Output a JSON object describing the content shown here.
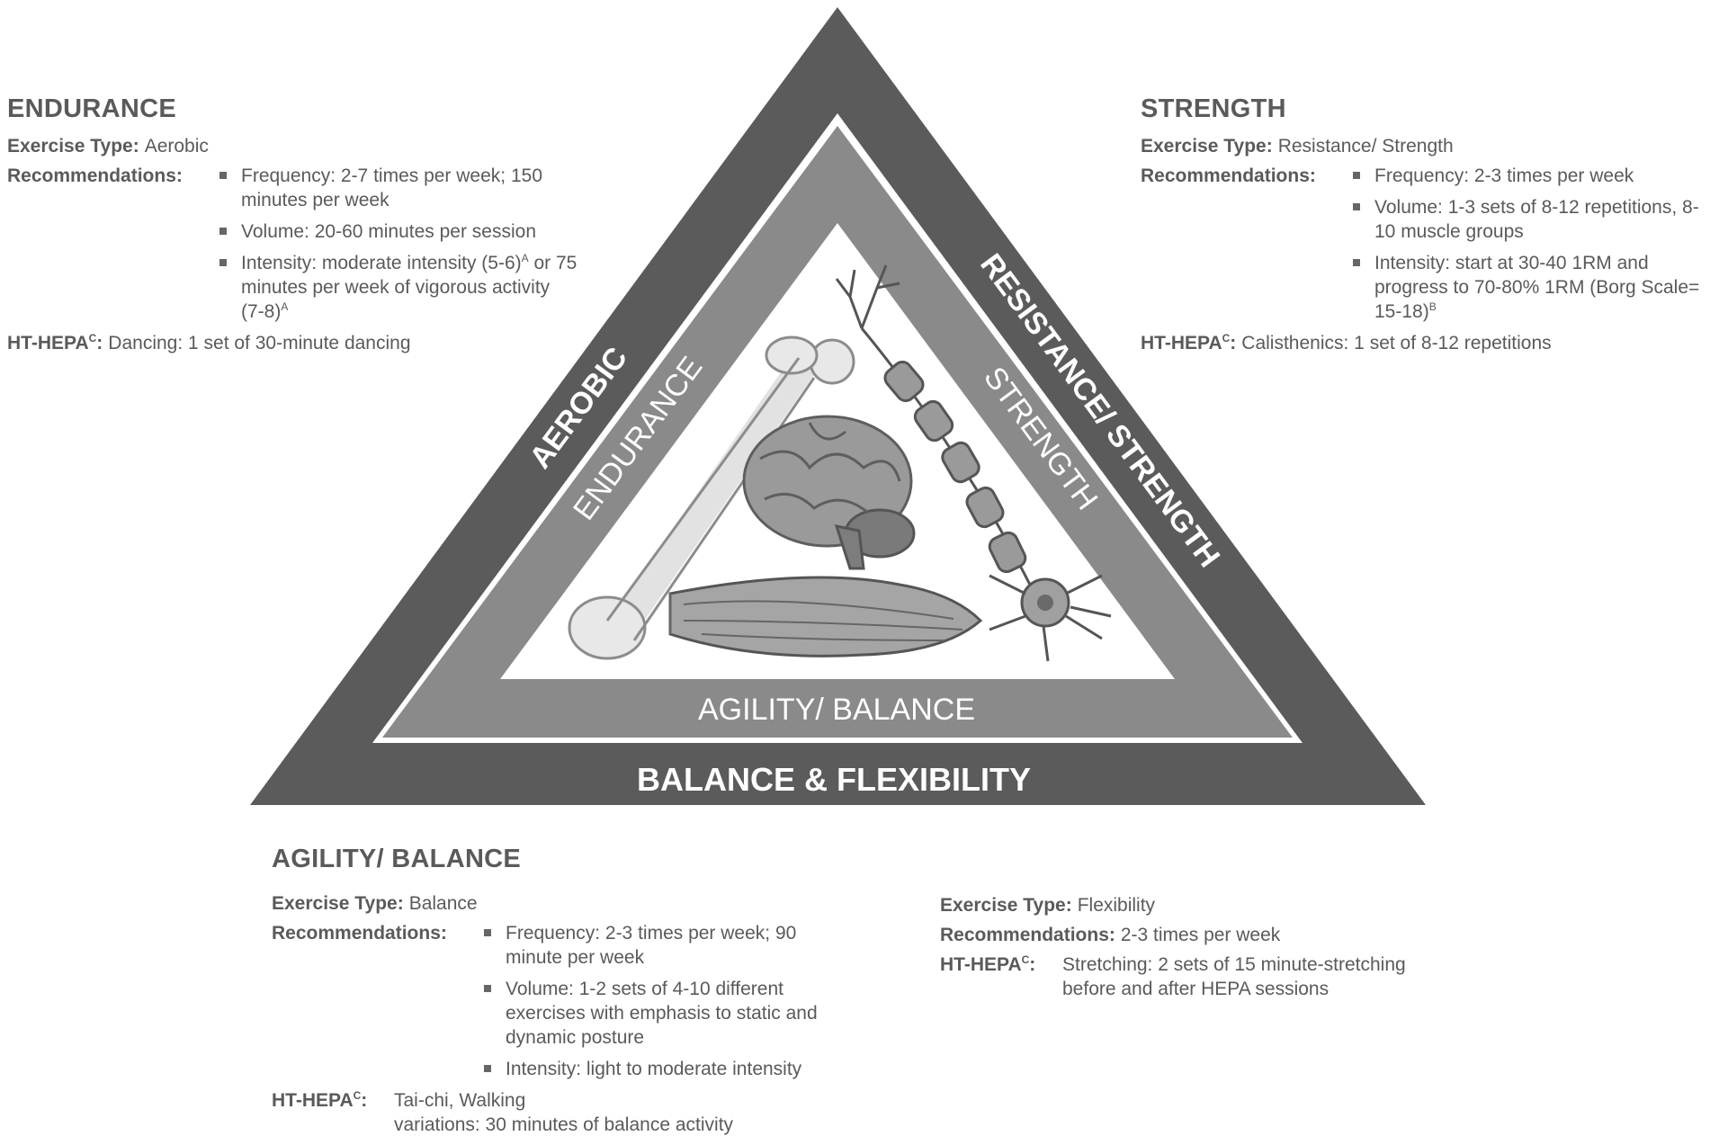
{
  "triangle": {
    "left_side": "AEROBIC",
    "right_side": "RESISTANCE/ STRENGTH",
    "bottom_side": "BALANCE & FLEXIBILITY",
    "inner_left": "ENDURANCE",
    "inner_right": "STRENGTH",
    "inner_bottom": "AGILITY/ BALANCE"
  },
  "endurance": {
    "title": "ENDURANCE",
    "exercise_type_label": "Exercise Type:",
    "exercise_type": "Aerobic",
    "recommendations_label": "Recommendations:",
    "freq": "Frequency: 2-7 times per week; 150 minutes per week",
    "volume": "Volume: 20-60 minutes per session",
    "intensity_a": "Intensity: moderate intensity (5-6)",
    "intensity_sup1": "A",
    "intensity_b": " or 75 minutes per week of vigorous activity (7-8)",
    "intensity_sup2": "A",
    "hthepa_label": "HT-HEPA",
    "hthepa_sup": "C",
    "hthepa_colon": ":",
    "hthepa": "Dancing: 1 set of 30-minute dancing"
  },
  "strength": {
    "title": "STRENGTH",
    "exercise_type_label": "Exercise Type:",
    "exercise_type": "Resistance/ Strength",
    "recommendations_label": "Recommendations:",
    "freq": "Frequency: 2-3 times per week",
    "volume": "Volume: 1-3 sets of 8-12 repetitions, 8-10 muscle groups",
    "intensity": "Intensity: start at 30-40 1RM and progress to 70-80% 1RM (Borg Scale= 15-18)",
    "intensity_sup": "B",
    "hthepa_label": "HT-HEPA",
    "hthepa_sup": "C",
    "hthepa_colon": ":",
    "hthepa": "Calisthenics: 1 set of 8-12 repetitions"
  },
  "agility": {
    "title": "AGILITY/ BALANCE",
    "exercise_type_label": "Exercise Type:",
    "exercise_type": "Balance",
    "recommendations_label": "Recommendations:",
    "freq": "Frequency: 2-3 times per week; 90 minute per week",
    "volume": "Volume: 1-2 sets of 4-10 different exercises with emphasis to static and dynamic posture",
    "intensity": "Intensity: light to moderate intensity",
    "hthepa_label": "HT-HEPA",
    "hthepa_sup": "C",
    "hthepa_colon": ":",
    "hthepa_line1": "Tai-chi, Walking",
    "hthepa_line2": "variations: 30 minutes of balance activity"
  },
  "flexibility": {
    "exercise_type_label": "Exercise Type:",
    "exercise_type": "Flexibility",
    "recommendations_label": "Recommendations:",
    "recommendations": "2-3 times per week",
    "hthepa_label": "HT-HEPA",
    "hthepa_sup": "C",
    "hthepa_colon": ":",
    "hthepa": "Stretching: 2 sets of 15 minute-stretching before and after HEPA sessions"
  }
}
